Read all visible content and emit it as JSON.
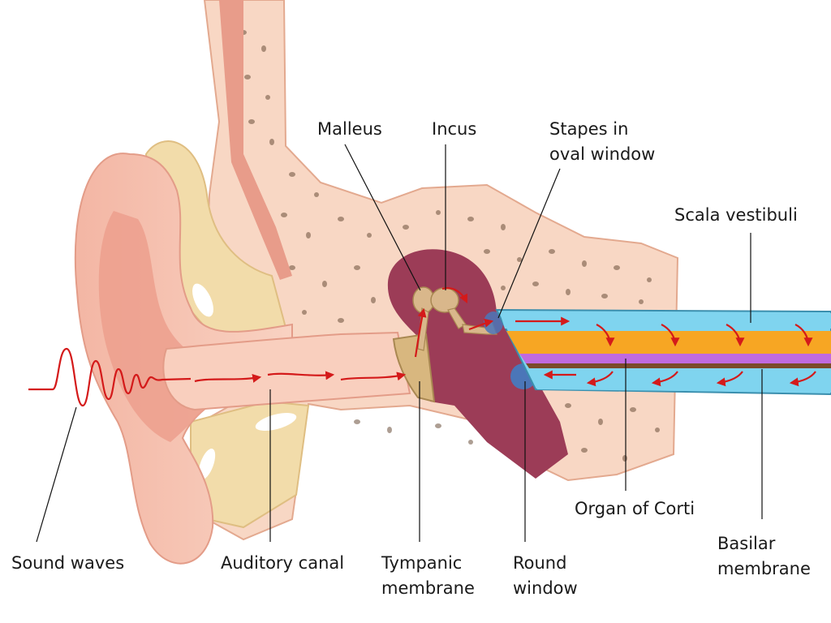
{
  "labels": {
    "sound_waves": "Sound waves",
    "auditory_canal": "Auditory canal",
    "tympanic_line1": "Tympanic",
    "tympanic_line2": "membrane",
    "round_line1": "Round",
    "round_line2": "window",
    "organ_of_corti": "Organ of Corti",
    "basilar_line1": "Basilar",
    "basilar_line2": "membrane",
    "scala_vestibuli": "Scala vestibuli",
    "stapes_line1": "Stapes in",
    "stapes_line2": "oval window",
    "incus": "Incus",
    "malleus": "Malleus"
  },
  "colors": {
    "skin": "#f6c6b3",
    "skin_dark": "#e89c8a",
    "cartilage": "#f2dcaa",
    "bone": "#f8d7c4",
    "cavity": "#9c3c57",
    "ossicle": "#d9b78b",
    "scala_blue": "#7fd4ef",
    "corti_orange": "#f7a623",
    "basilar_purple": "#c06adf",
    "basilar_brown": "#7a4a2a",
    "arrow_red": "#d41a1a",
    "window_blue": "#4b76b8"
  }
}
